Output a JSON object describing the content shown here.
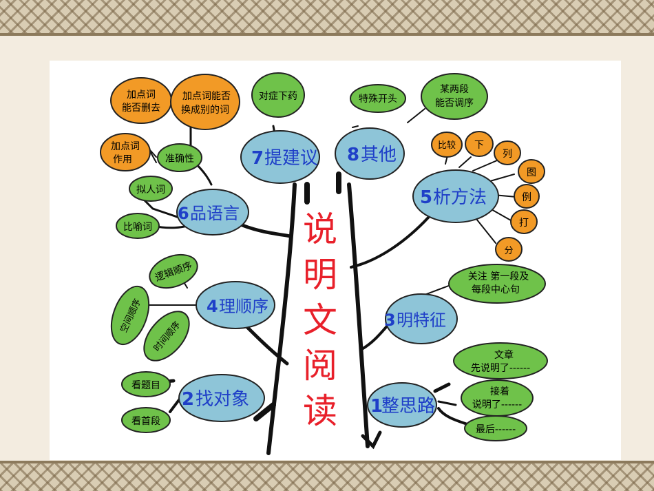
{
  "center_title": [
    "说",
    "明",
    "文",
    "阅",
    "读"
  ],
  "main_nodes": [
    {
      "num": "1",
      "text": "整思路"
    },
    {
      "num": "2",
      "text": "找对象"
    },
    {
      "num": "3",
      "text": "明特征"
    },
    {
      "num": "4",
      "text": "理顺序"
    },
    {
      "num": "5",
      "text": "析方法"
    },
    {
      "num": "6",
      "text": "品语言"
    },
    {
      "num": "7",
      "text": "提建议"
    },
    {
      "num": "8",
      "text": "其他"
    }
  ],
  "leaves": {
    "jiadianci_nengfou_shanqu": [
      "加点词",
      "能否删去"
    ],
    "jiadianci_nengfou_huan": [
      "加点词能否",
      "换成别的词"
    ],
    "jiadianci_zuoyong": [
      "加点词",
      "作用"
    ],
    "zhunquexing": "准确性",
    "nirenci": "拟人词",
    "biyuci": "比喻词",
    "duizhengxiayao": "对症下药",
    "teshukaitou": "特殊开头",
    "moulianduan": [
      "某两段",
      "能否调序"
    ],
    "method_items": [
      "比较",
      "下",
      "列",
      "图",
      "例",
      "打",
      "分"
    ],
    "guanzhu": [
      "关注 第一段及",
      "每段中心句"
    ],
    "luojishunxu": "逻辑顺序",
    "kongjianshunxu": "空间顺序",
    "shijianshunxu": "时间顺序",
    "kantimu": "看题目",
    "kanshouduan": "看首段",
    "wenzhang": [
      "文章",
      "先说明了------"
    ],
    "jiezhe": [
      "接着",
      "说明了------"
    ],
    "zuihou": "最后------"
  },
  "colors": {
    "main_node": "#8ec5d8",
    "green_leaf": "#6fc24a",
    "orange_leaf": "#f29a26",
    "title_red": "#e8202a",
    "number_blue": "#1f3fc8"
  }
}
